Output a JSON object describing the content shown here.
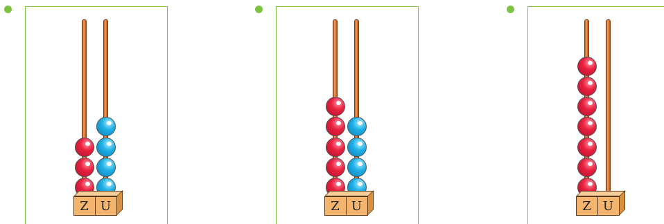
{
  "colors": {
    "panel_border": "#7dc243",
    "bullet": "#7dc243",
    "bead_tens": "#e8213f",
    "bead_units": "#1fb0e6",
    "rod": "#e07b36",
    "label_box": "#f3b56e"
  },
  "place_labels": {
    "tens": "Z",
    "units": "U"
  },
  "abacuses": [
    {
      "tens": 3,
      "units": 4
    },
    {
      "tens": 5,
      "units": 4
    },
    {
      "tens": 7,
      "units": 0
    }
  ]
}
